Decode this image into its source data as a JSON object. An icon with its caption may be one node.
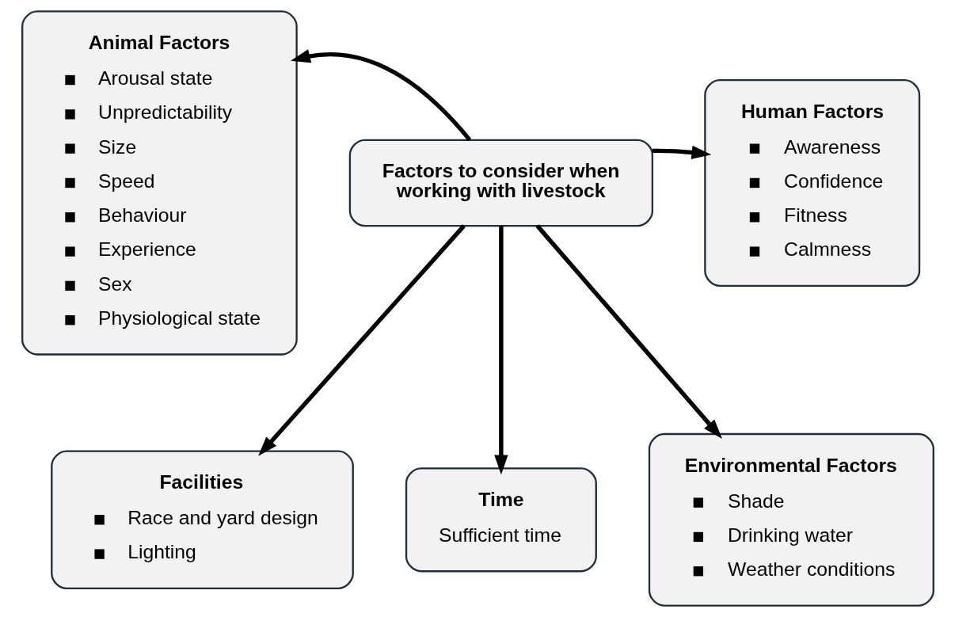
{
  "diagram": {
    "nodes": [
      {
        "text": [
          "Animal Factors",
          "Arousal state",
          "Unpredictability",
          "Size",
          "Speed",
          "Behaviour",
          "Experience",
          "Sex",
          "Physiological state"
        ]
      },
      {
        "text": [
          "Human Factors",
          "Awareness",
          "Confidence",
          "Fitness",
          "Calmness"
        ]
      },
      {
        "text": [
          "Factors to consider when working with livestock"
        ]
      },
      {
        "text": [
          "Facilities",
          "Race and yard design",
          "Lighting"
        ]
      },
      {
        "text": [
          "Time",
          "Sufficient time"
        ]
      },
      {
        "text": [
          "Environmental Factors",
          "Shade",
          "Drinking water",
          "Weather conditions"
        ]
      }
    ],
    "edges": [
      {
        "from": 2,
        "to": 0,
        "arrow": "to"
      },
      {
        "from": 2,
        "to": 1,
        "arrow": "to"
      },
      {
        "from": 2,
        "to": 3,
        "arrow": "to"
      },
      {
        "from": 2,
        "to": 4,
        "arrow": "to"
      },
      {
        "from": 2,
        "to": 5,
        "arrow": "to"
      }
    ]
  }
}
